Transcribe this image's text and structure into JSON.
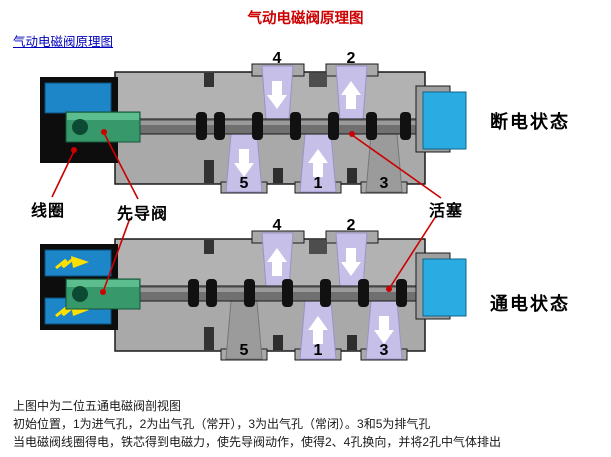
{
  "page": {
    "title": "气动电磁阀原理图",
    "link_text": "气动电磁阀原理图"
  },
  "labels": {
    "coil": "线圈",
    "pilot_valve": "先导阀",
    "piston": "活塞"
  },
  "states": {
    "deenergized": "断电状态",
    "energized": "通电状态"
  },
  "ports": {
    "top": [
      "4",
      "2"
    ],
    "bottom": [
      "5",
      "1",
      "3"
    ]
  },
  "flows": {
    "deenergized": {
      "port4": "down",
      "port2": "up",
      "port5": "down",
      "port1": "up",
      "port3": "closed"
    },
    "energized": {
      "port4": "up",
      "port2": "down",
      "port5": "closed",
      "port1": "up",
      "port3": "down"
    }
  },
  "footer": {
    "line1": "上图中为二位五通电磁阀剖视图",
    "line2": "初始位置，1为进气孔，2为出气孔（常开），3为出气孔（常闭）。3和5为排气孔",
    "line3": "当电磁阀线圈得电，铁芯得到电磁力，使先导阀动作，使得2、4孔换向，并将2孔中气体排出"
  },
  "colors": {
    "title": "#cc0000",
    "link": "#0000bb",
    "body_gray": "#a9a9a9",
    "channel_lavender": "#c6bfe7",
    "cap_cyan": "#2aabe2",
    "pilot_green": "#37996b",
    "coil_blue": "#1d86c8",
    "leader_red": "#cc0000",
    "bolt_yellow": "#ffdf00"
  }
}
